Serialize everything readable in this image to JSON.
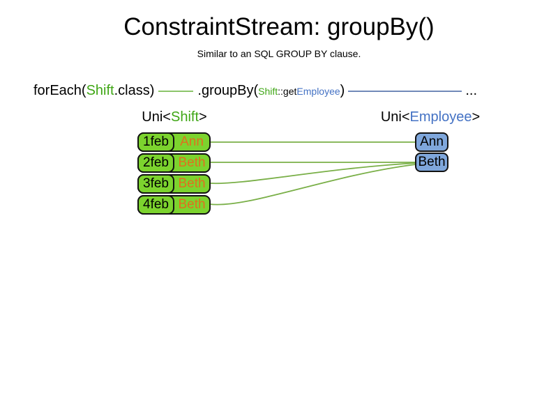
{
  "title": "ConstraintStream: groupBy()",
  "subtitle": "Similar to an SQL GROUP BY clause.",
  "code": {
    "foreach_prefix": "forEach(",
    "foreach_class": "Shift",
    "foreach_suffix": ".class)",
    "groupby_prefix": ".groupBy(",
    "groupby_class": "Shift",
    "groupby_method_prefix": "::get",
    "groupby_target": "Employee",
    "groupby_suffix": ")",
    "ellipsis": "..."
  },
  "left_group": {
    "label_prefix": "Uni<",
    "label_type": "Shift",
    "label_suffix": ">",
    "rows": [
      {
        "date": "1feb",
        "employee": "Ann"
      },
      {
        "date": "2feb",
        "employee": "Beth"
      },
      {
        "date": "3feb",
        "employee": "Beth"
      },
      {
        "date": "4feb",
        "employee": "Beth"
      }
    ]
  },
  "right_group": {
    "label_prefix": "Uni<",
    "label_type": "Employee",
    "label_suffix": ">",
    "items": [
      "Ann",
      "Beth"
    ]
  },
  "colors": {
    "shift_green": "#3FA615",
    "employee_blue": "#4472C4",
    "orange": "#E0701E",
    "box_green": "#7CD32E",
    "box_blue": "#7FA7DC",
    "connector_green": "#79AF47",
    "code_line_green": "#8CC56B",
    "code_line_blue": "#7189B8"
  }
}
